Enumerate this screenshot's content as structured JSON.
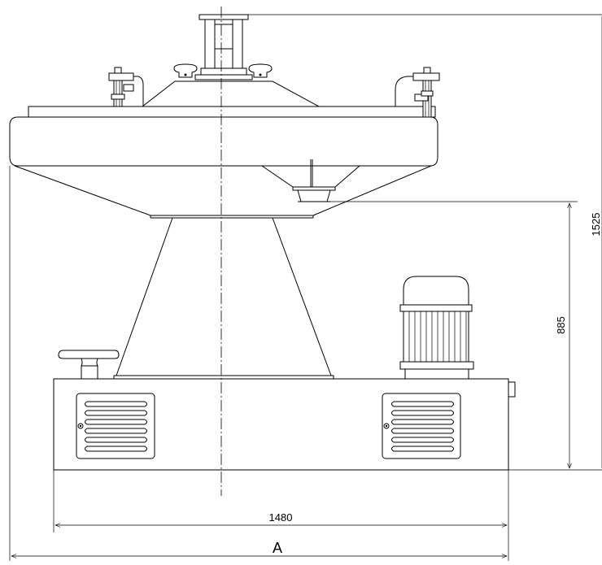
{
  "drawing": {
    "dimensions": {
      "overall_height": "1525",
      "outlet_height": "885",
      "base_width": "1480",
      "overall_width": "A"
    }
  }
}
